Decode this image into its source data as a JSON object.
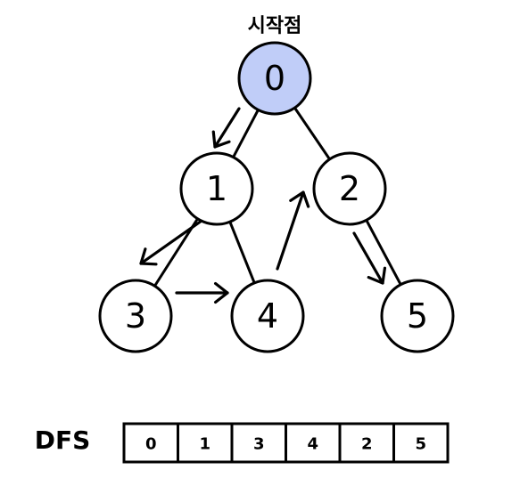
{
  "start_label": "시작점",
  "start_node": "0",
  "colors": {
    "start_fill": "#c0cdf8",
    "node_fill": "#ffffff",
    "stroke": "#000000"
  },
  "nodes": [
    "0",
    "1",
    "2",
    "3",
    "4",
    "5"
  ],
  "edges": [
    [
      "0",
      "1"
    ],
    [
      "0",
      "2"
    ],
    [
      "1",
      "3"
    ],
    [
      "1",
      "4"
    ],
    [
      "2",
      "5"
    ]
  ],
  "traversal_arrows": [
    [
      "0",
      "1"
    ],
    [
      "1",
      "3"
    ],
    [
      "3",
      "4"
    ],
    [
      "4",
      "2"
    ],
    [
      "2",
      "5"
    ]
  ],
  "dfs": {
    "title": "DFS",
    "order": [
      "0",
      "1",
      "3",
      "4",
      "2",
      "5"
    ]
  }
}
